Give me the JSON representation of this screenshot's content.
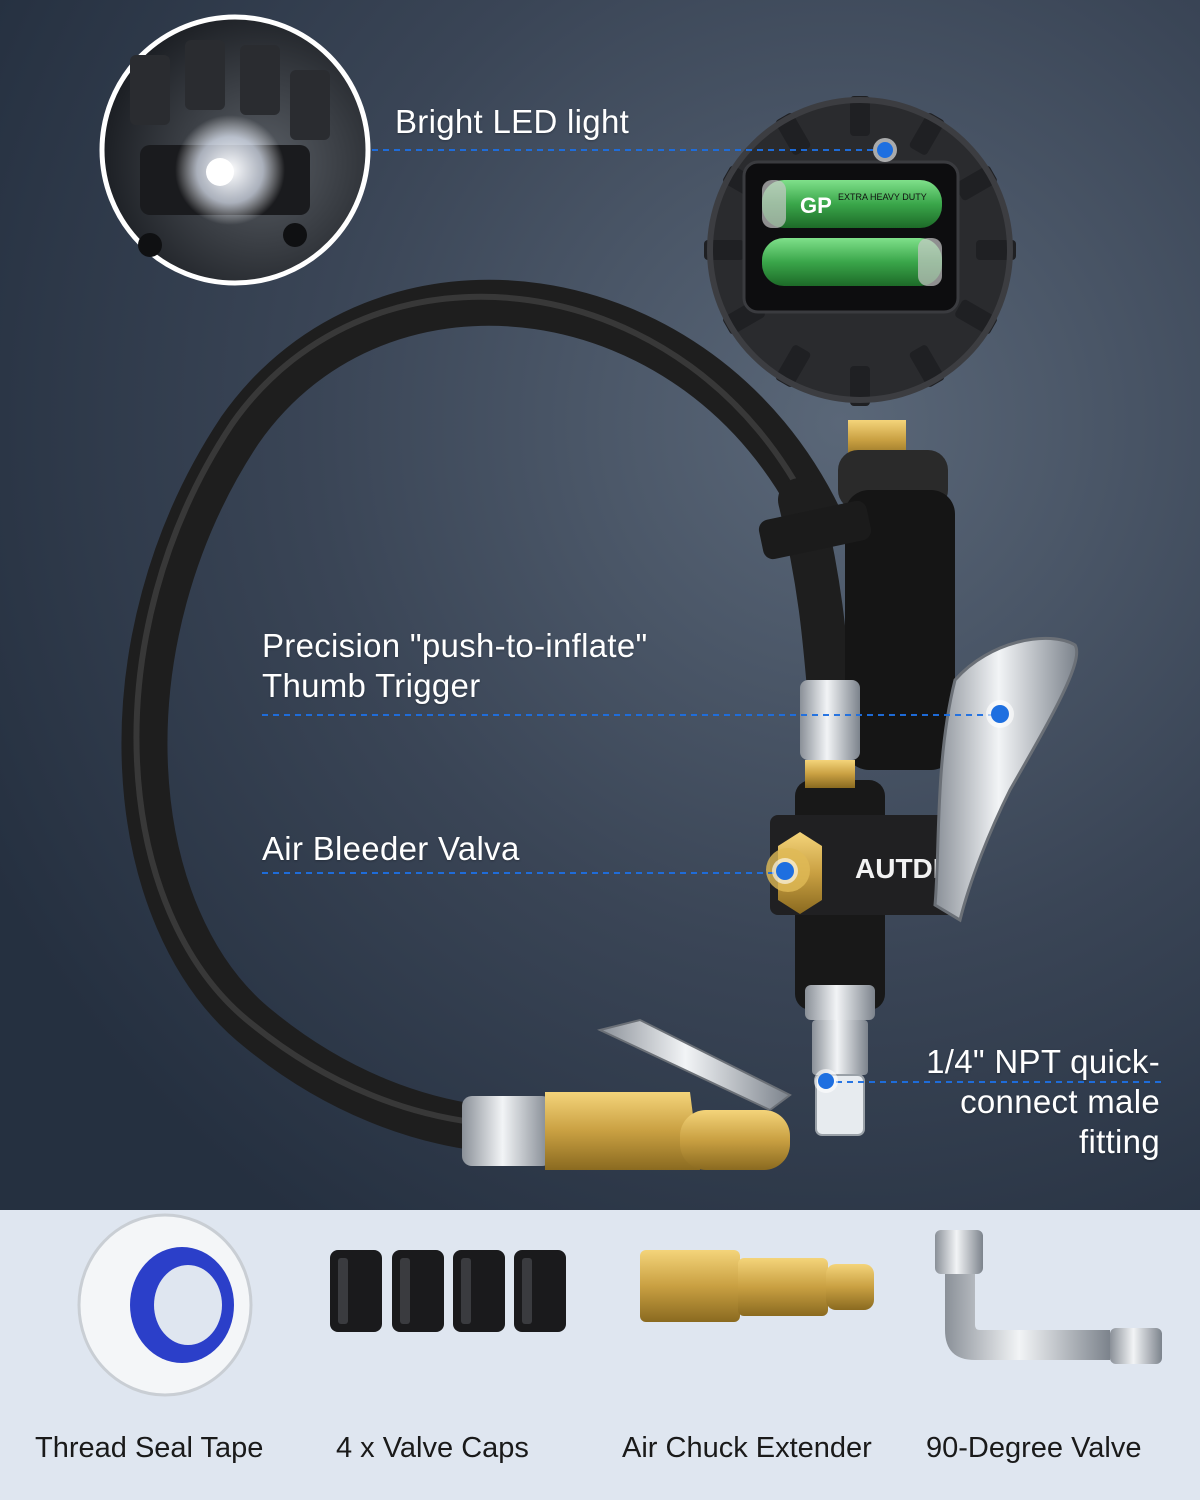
{
  "callouts": {
    "led": "Bright LED light",
    "trigger_line1": "Precision \"push-to-inflate\"",
    "trigger_line2": "Thumb Trigger",
    "bleeder": "Air Bleeder Valva",
    "npt_line1": "1/4\" NPT quick-",
    "npt_line2": "connect male",
    "npt_line3": "fitting"
  },
  "product": {
    "brand": "AUTDER",
    "battery_brand": "GP",
    "battery_text": "EXTRA HEAVY DUTY"
  },
  "accessories": [
    {
      "label": "Thread Seal Tape"
    },
    {
      "label": "4 x Valve Caps"
    },
    {
      "label": "Air Chuck Extender"
    },
    {
      "label": "90-Degree Valve"
    }
  ],
  "colors": {
    "background_top": "#2f3a4a",
    "accent_blue": "#1e6fe0",
    "bottom_panel": "#dfe6f0",
    "hose": "#2a2a2a",
    "brass": "#c9a042",
    "battery_green": "#3aa64a"
  }
}
